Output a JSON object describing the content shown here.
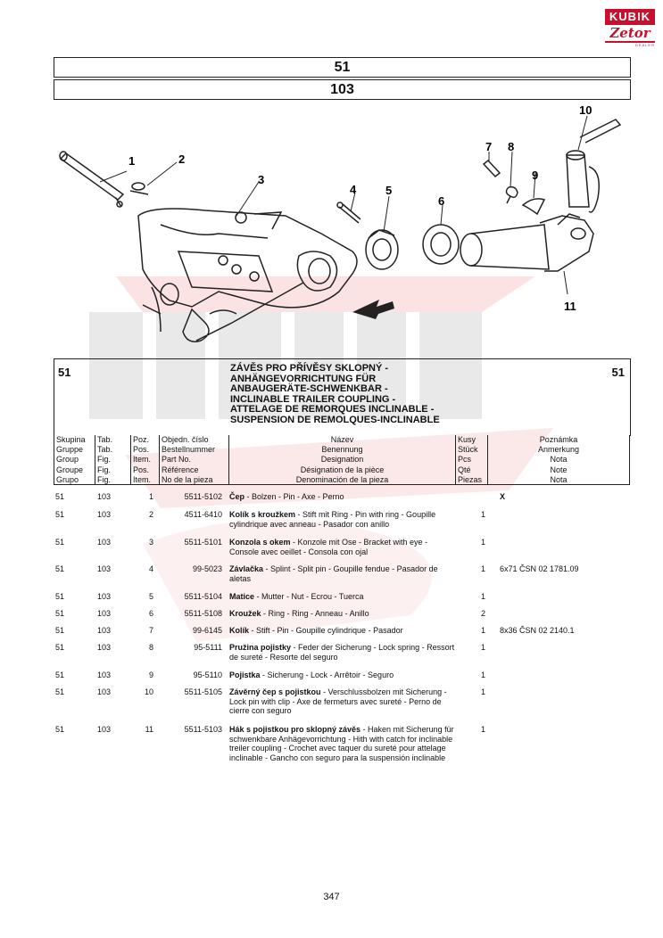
{
  "brand": {
    "top": "KUBIK",
    "middle": "Zetor",
    "bottom": "DEALER"
  },
  "header": {
    "group": "51",
    "table": "103"
  },
  "diagram": {
    "labels": [
      "1",
      "2",
      "3",
      "4",
      "5",
      "6",
      "7",
      "8",
      "9",
      "10",
      "11"
    ]
  },
  "title_block": {
    "group_left": "51",
    "group_right": "51",
    "names": [
      "ZÁVĚS PRO PŘÍVĚSY SKLOPNÝ -",
      "ANHÄNGEVORRICHTUNG FÜR",
      "ANBAUGERÄTE-SCHWENKBAR -",
      "INCLINABLE TRAILER COUPLING -",
      "ATTELAGE DE REMORQUES INCLINABLE -",
      "SUSPENSION DE REMOLQUES-INCLINABLE"
    ]
  },
  "columns": {
    "group": [
      "Skupina",
      "Gruppe",
      "Group",
      "Groupe",
      "Grupo"
    ],
    "table": [
      "Tab.",
      "Tab.",
      "Fig.",
      "Fig.",
      "Fig."
    ],
    "pos": [
      "Poz.",
      "Pos.",
      "Item.",
      "Pos.",
      "Item."
    ],
    "part": [
      "Objedn. číslo",
      "Bestellnummer",
      "Part No.",
      "Référence",
      "No de la pieza"
    ],
    "name": [
      "Název",
      "Benennung",
      "Designation",
      "Désignation de la pièce",
      "Denominación de la pieza"
    ],
    "qty": [
      "Kusy",
      "Stück",
      "Pcs",
      "Qté",
      "Piezas"
    ],
    "note": [
      "Poznámka",
      "Anmerkung",
      "Nota",
      "Note",
      "Nota"
    ]
  },
  "rows": [
    {
      "group": "51",
      "table": "103",
      "pos": "1",
      "part": "5511-5102",
      "bold": "Čep",
      "rest": " - Bolzen - Pin - Axe - Perno",
      "qty": "",
      "note": "X"
    },
    {
      "group": "51",
      "table": "103",
      "pos": "2",
      "part": "4511-6410",
      "bold": "Kolík s kroužkem",
      "rest": " - Stift mit Ring - Pin with ring - Goupille cylindrique avec anneau - Pasador con anillo",
      "qty": "1",
      "note": ""
    },
    {
      "group": "51",
      "table": "103",
      "pos": "3",
      "part": "5511-5101",
      "bold": "Konzola s okem",
      "rest": " - Konzole mit Ose - Bracket with eye - Console avec oeillet - Consola con ojal",
      "qty": "1",
      "note": ""
    },
    {
      "group": "51",
      "table": "103",
      "pos": "4",
      "part": "99-5023",
      "bold": "Závlačka",
      "rest": " - Splint - Split pin - Goupille fendue - Pasador de aletas",
      "qty": "1",
      "note": "6x71 ČSN 02 1781.09"
    },
    {
      "group": "51",
      "table": "103",
      "pos": "5",
      "part": "5511-5104",
      "bold": "Matice",
      "rest": " - Mutter - Nut - Ecrou - Tuerca",
      "qty": "1",
      "note": ""
    },
    {
      "group": "51",
      "table": "103",
      "pos": "6",
      "part": "5511-5108",
      "bold": "Kroužek",
      "rest": " - Ring - Ring - Anneau - Anillo",
      "qty": "2",
      "note": ""
    },
    {
      "group": "51",
      "table": "103",
      "pos": "7",
      "part": "99-6145",
      "bold": "Kolík",
      "rest": " - Stift - Pin - Goupille cylindrique - Pasador",
      "qty": "1",
      "note": "8x36 ČSN 02 2140.1"
    },
    {
      "group": "51",
      "table": "103",
      "pos": "8",
      "part": "95-5111",
      "bold": "Pružina pojistky",
      "rest": " - Feder der Sicherung - Lock spring - Ressort de sureté - Resorte del seguro",
      "qty": "1",
      "note": ""
    },
    {
      "group": "51",
      "table": "103",
      "pos": "9",
      "part": "95-5110",
      "bold": "Pojistka",
      "rest": " - Sicherung - Lock - Arrêtoir - Seguro",
      "qty": "1",
      "note": ""
    },
    {
      "group": "51",
      "table": "103",
      "pos": "10",
      "part": "5511-5105",
      "bold": "Závěrný čep s pojistkou",
      "rest": " - Verschlussbolzen mit Sicherung - Lock pin with clip - Axe de fermeturs avec sureté - Perno de cierre con seguro",
      "qty": "1",
      "note": ""
    },
    {
      "group": "51",
      "table": "103",
      "pos": "11",
      "part": "5511-5103",
      "bold": "Hák s pojistkou pro sklopný závěs",
      "rest": " - Haken mit Sicherung für schwenkbare Anhägevorrichtung - Hith with catch for inclinable treiler coupling - Crochet avec taquer du sureté pour attelage inclinable - Gancho con seguro para la suspensión inclinable",
      "qty": "1",
      "note": ""
    }
  ],
  "page_number": "347"
}
